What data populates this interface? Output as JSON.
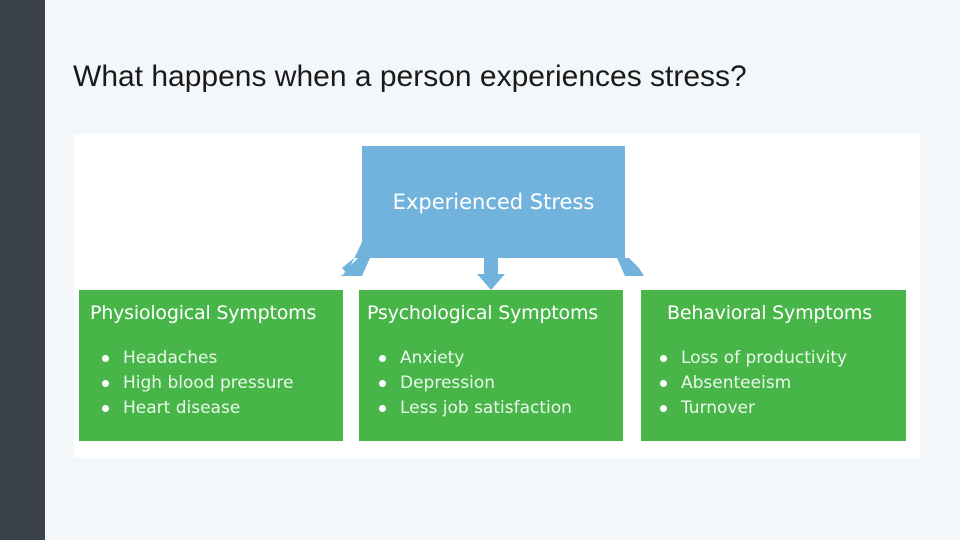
{
  "slide": {
    "title": "What happens when a person experiences stress?"
  },
  "diagram": {
    "root": {
      "label": "Experienced Stress"
    },
    "colors": {
      "root": "#72b3de",
      "children": "#47b548",
      "text": "#ffffff",
      "left_bar": "#3b4149"
    },
    "children": [
      {
        "title": "Physiological Symptoms",
        "items": [
          "Headaches",
          "High blood pressure",
          "Heart disease"
        ]
      },
      {
        "title": "Psychological Symptoms",
        "items": [
          "Anxiety",
          "Depression",
          "Less job satisfaction"
        ]
      },
      {
        "title": "Behavioral Symptoms",
        "items": [
          "Loss of productivity",
          "Absenteeism",
          "Turnover"
        ]
      }
    ]
  }
}
